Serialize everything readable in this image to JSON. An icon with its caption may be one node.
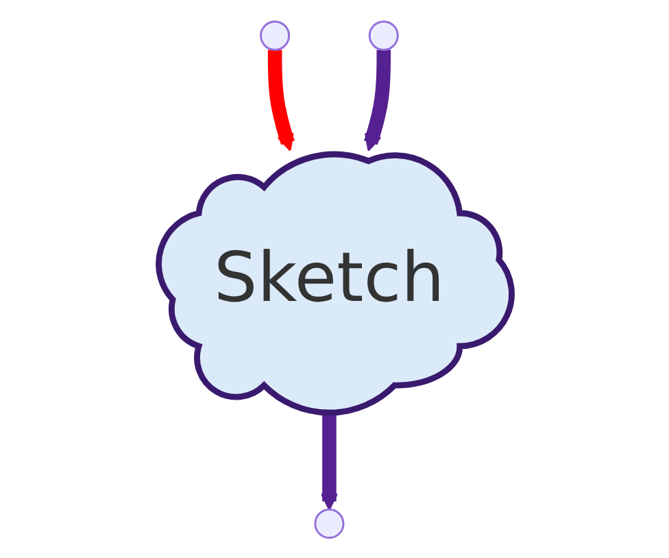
{
  "diagram": {
    "nodes": [
      {
        "text": [],
        "shape": "circle"
      },
      {
        "text": [
          "Sketch"
        ]
      }
    ],
    "edges": [
      {
        "from": 0,
        "to": 1,
        "arrow": "to",
        "color": "#ff0000"
      },
      {
        "from": null,
        "to": 1,
        "arrow": "to"
      },
      {
        "from": 1,
        "to": null,
        "arrow": "to"
      }
    ]
  }
}
